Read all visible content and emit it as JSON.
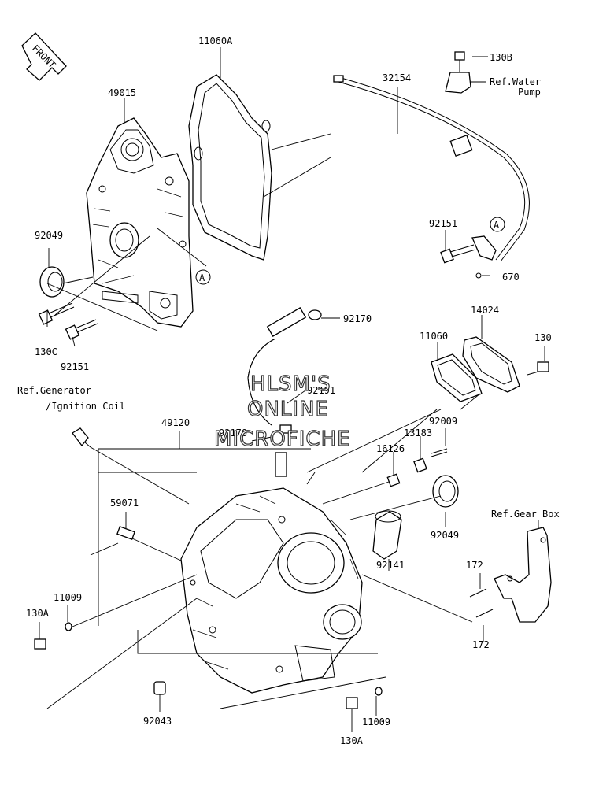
{
  "front_tag": "FRONT",
  "ref_label_a": "A",
  "labels": {
    "p11060A": "11060A",
    "p49015": "49015",
    "p32154": "32154",
    "p130B": "130B",
    "refWater1": "Ref.Water",
    "refWater2": "Pump",
    "p92049a": "92049",
    "p92151a": "92151",
    "p670": "670",
    "p130C": "130C",
    "p92151b": "92151",
    "p92170a": "92170",
    "p14024": "14024",
    "p11060": "11060",
    "p130": "130",
    "refGen1": "Ref.Generator",
    "refGen2": "/Ignition Coil",
    "p92191": "92191",
    "p49120": "49120",
    "p92170b": "92170",
    "p92009": "92009",
    "p13183": "13183",
    "p16126": "16126",
    "p59071": "59071",
    "p92049b": "92049",
    "refGear": "Ref.Gear Box",
    "p92141": "92141",
    "p172a": "172",
    "p11009a": "11009",
    "p130Aa": "130A",
    "p172b": "172",
    "p92043": "92043",
    "p11009b": "11009",
    "p130Ab": "130A"
  },
  "watermark": {
    "line1": "HLSM'S",
    "line2": "ONLINE",
    "line3": "MICROFICHE"
  }
}
